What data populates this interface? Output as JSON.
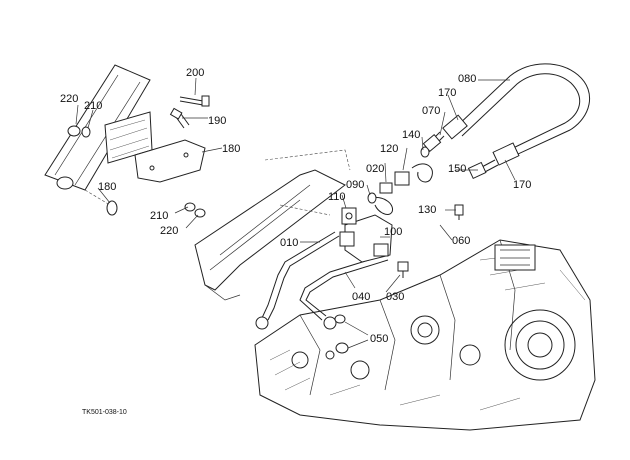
{
  "diagram": {
    "code": "TK501-038-10",
    "callouts": {
      "c200": "200",
      "c220a": "220",
      "c210a": "210",
      "c190": "190",
      "c180a": "180",
      "c180b": "180",
      "c210b": "210",
      "c220b": "220",
      "c080": "080",
      "c170a": "170",
      "c070": "070",
      "c140": "140",
      "c120": "120",
      "c020": "020",
      "c090": "090",
      "c110": "110",
      "c150": "150",
      "c170b": "170",
      "c130": "130",
      "c100": "100",
      "c010": "010",
      "c060": "060",
      "c040": "040",
      "c030": "030",
      "c050": "050"
    }
  }
}
